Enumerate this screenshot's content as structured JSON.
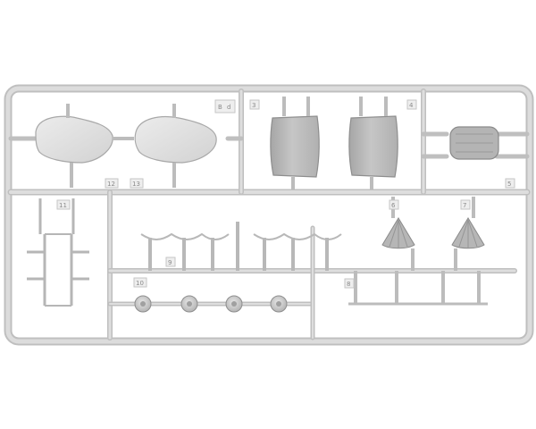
{
  "image": {
    "subject": "sprue-tree",
    "colors": {
      "background": "#ffffff",
      "plastic": "#d4d4d4",
      "plastic_dark": "#b8b8b8",
      "part_light": "#e4e4e4",
      "part_mid": "#bcbcbc",
      "part_shadow": "#a2a2a2",
      "outline": "#9c9c9c"
    },
    "part_tags": [
      {
        "id": "tag-b",
        "text": "B"
      },
      {
        "id": "tag-d",
        "text": "d"
      },
      {
        "id": "tag-3",
        "text": "3"
      },
      {
        "id": "tag-4",
        "text": "4"
      },
      {
        "id": "tag-5",
        "text": "5"
      },
      {
        "id": "tag-6",
        "text": "6"
      },
      {
        "id": "tag-7",
        "text": "7"
      },
      {
        "id": "tag-8",
        "text": "8"
      },
      {
        "id": "tag-9",
        "text": "9"
      },
      {
        "id": "tag-10",
        "text": "10"
      },
      {
        "id": "tag-11",
        "text": "11"
      },
      {
        "id": "tag-12",
        "text": "12"
      },
      {
        "id": "tag-13",
        "text": "13"
      }
    ]
  }
}
